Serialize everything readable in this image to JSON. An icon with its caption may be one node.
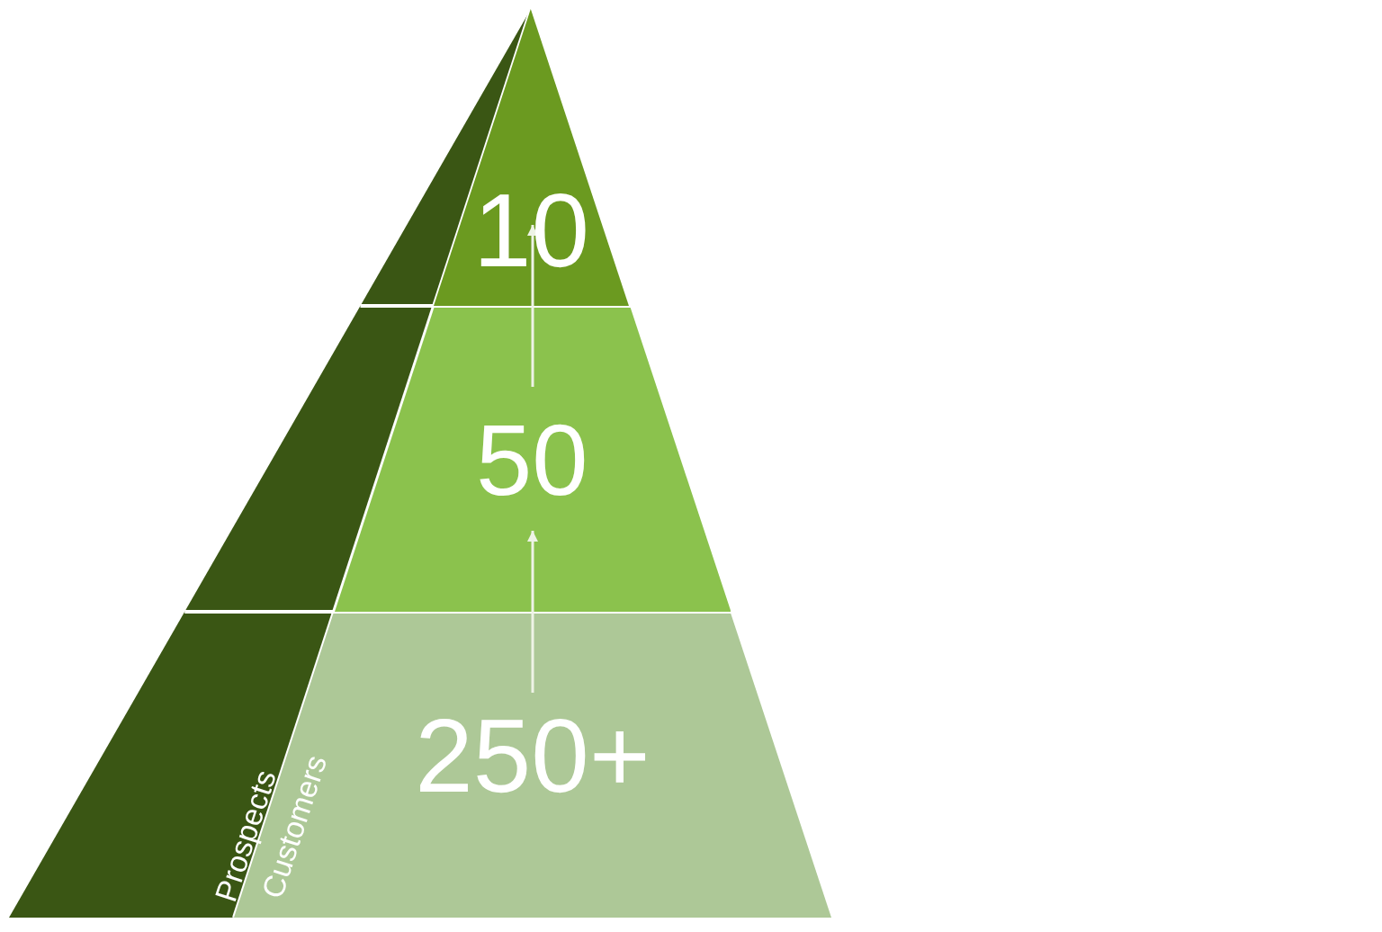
{
  "diagram": {
    "nodes": [
      {
        "text": [
          "10"
        ]
      },
      {
        "text": [
          "50"
        ]
      },
      {
        "text": [
          "250+"
        ]
      }
    ],
    "edges": [
      {
        "from": 2,
        "to": 1,
        "arrow": "to"
      },
      {
        "from": 1,
        "to": 0,
        "arrow": "to"
      }
    ],
    "labels": [
      "Prospects",
      "Customers"
    ]
  }
}
